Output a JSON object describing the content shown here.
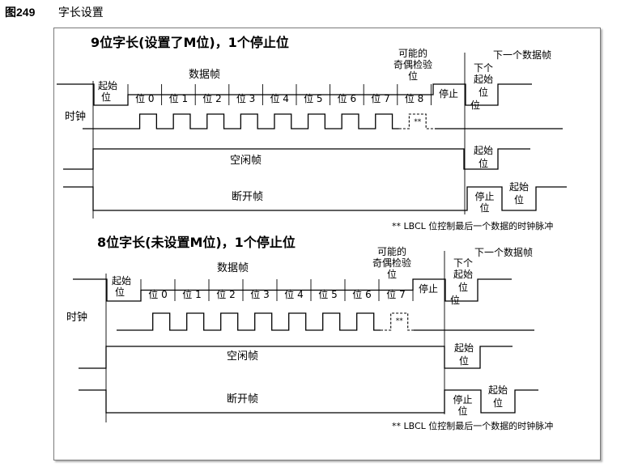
{
  "caption": {
    "figure": "图249",
    "title": "字长设置"
  },
  "common": {
    "data_frame": "数据帧",
    "next_frame": "下一个数据帧",
    "parity_line1": "可能的",
    "parity_line2": "奇偶检验",
    "parity_line3": "位",
    "start1": "起始",
    "start2": "位",
    "stop1": "停止",
    "stop2": "位",
    "next_start1": "下个",
    "next_start2": "起始",
    "next_start3": "位",
    "clock": "时钟",
    "idle_frame": "空闲帧",
    "break_frame": "断开帧",
    "stars": "**",
    "footnote": "** LBCL 位控制最后一个数据的时钟脉冲"
  },
  "sections": [
    {
      "title": "9位字长(设置了M位)，1个停止位",
      "bits": [
        "位 0",
        "位 1",
        "位 2",
        "位 3",
        "位 4",
        "位 5",
        "位 6",
        "位 7",
        "位 8"
      ]
    },
    {
      "title": "8位字长(未设置M位)，1个停止位",
      "bits": [
        "位 0",
        "位 1",
        "位 2",
        "位 3",
        "位 4",
        "位 5",
        "位 6",
        "位 7"
      ]
    }
  ]
}
